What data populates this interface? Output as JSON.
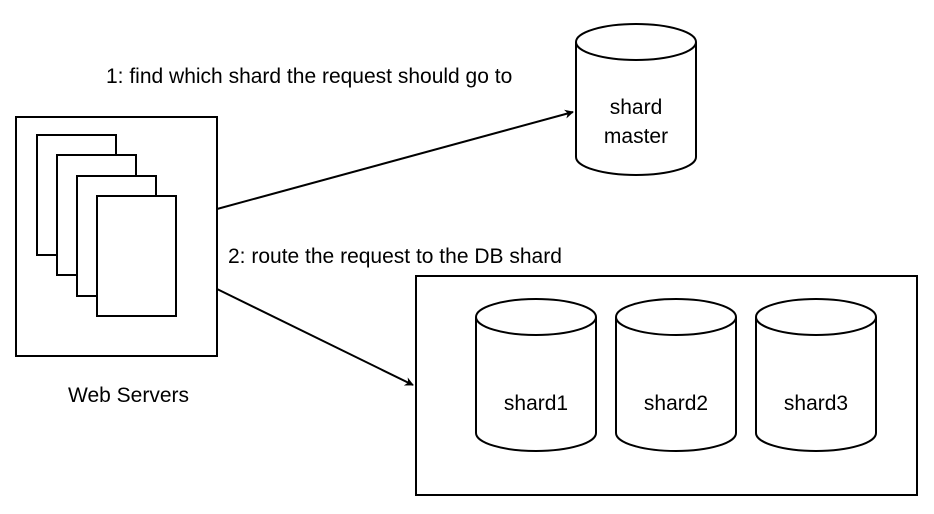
{
  "web_servers": {
    "label": "Web Servers"
  },
  "shard_master": {
    "line1": "shard",
    "line2": "master"
  },
  "shards": [
    {
      "label": "shard1"
    },
    {
      "label": "shard2"
    },
    {
      "label": "shard3"
    }
  ],
  "edges": {
    "to_master": "1: find which shard the request should go to",
    "to_shards": "2: route the request to the DB shard"
  }
}
